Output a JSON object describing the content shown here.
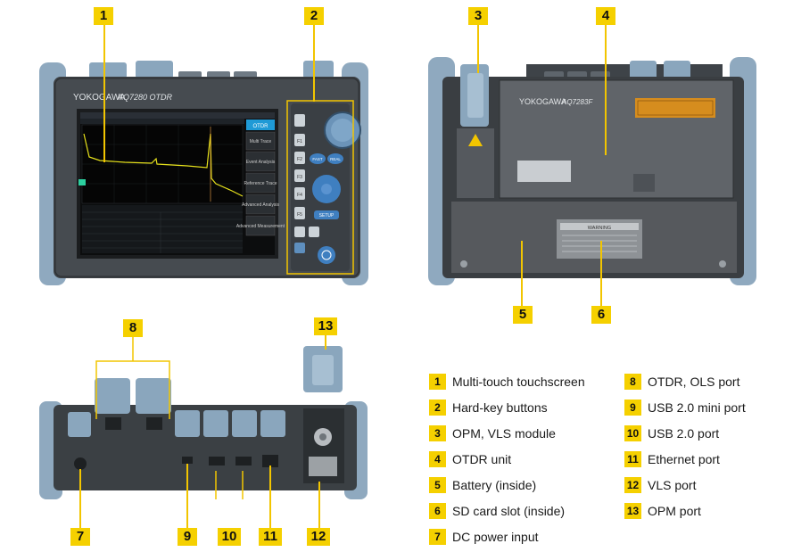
{
  "front": {
    "brand": "YOKOGAWA",
    "model": "AQ7280 OTDR",
    "softkeys": [
      "OTDR",
      "Multi Trace",
      "Event Analysis",
      "Reference Trace",
      "Advanced Analysis",
      "Advanced Measurement"
    ],
    "hardkeys": [
      "F1",
      "F2",
      "F3",
      "F4",
      "F5"
    ],
    "keys": {
      "fast": "FAST",
      "realtime": "REAL",
      "setup": "SETUP"
    }
  },
  "back": {
    "brand": "YOKOGAWA",
    "model": "AQ7283F",
    "warning_title": "WARNING"
  },
  "callouts": [
    "1",
    "2",
    "3",
    "4",
    "5",
    "6",
    "7",
    "8",
    "9",
    "10",
    "11",
    "12",
    "13"
  ],
  "legend": {
    "left": [
      {
        "num": "1",
        "label": "Multi-touch touchscreen"
      },
      {
        "num": "2",
        "label": "Hard-key buttons"
      },
      {
        "num": "3",
        "label": "OPM, VLS module"
      },
      {
        "num": "4",
        "label": "OTDR unit"
      },
      {
        "num": "5",
        "label": "Battery (inside)"
      },
      {
        "num": "6",
        "label": "SD card slot (inside)"
      },
      {
        "num": "7",
        "label": "DC power input"
      }
    ],
    "right": [
      {
        "num": "8",
        "label": "OTDR, OLS port"
      },
      {
        "num": "9",
        "label": "USB 2.0 mini port"
      },
      {
        "num": "10",
        "label": "USB 2.0 port"
      },
      {
        "num": "11",
        "label": "Ethernet port"
      },
      {
        "num": "12",
        "label": "VLS port"
      },
      {
        "num": "13",
        "label": "OPM port"
      }
    ]
  },
  "colors": {
    "callout": "#f5d000",
    "bumper": "#8fa9bf",
    "body": "#3c4044",
    "screen": "#111111",
    "trace": "#e7e21c"
  }
}
